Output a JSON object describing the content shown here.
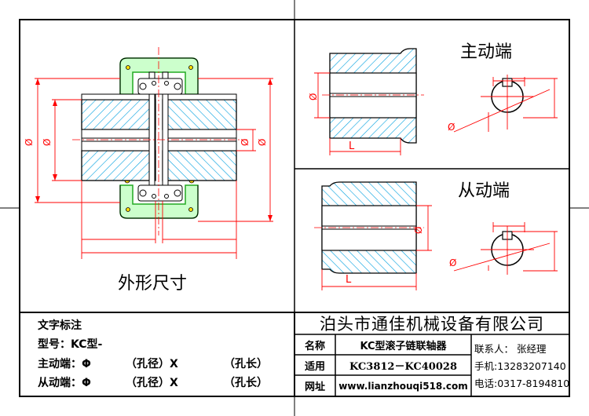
{
  "views": {
    "outline_caption": "外形尺寸",
    "drive_end_caption": "主动端",
    "driven_end_caption": "从动端",
    "diameter_symbol": "Ø",
    "length_symbol": "L"
  },
  "spec_notes": {
    "heading": "文字标注",
    "model": "型号：KC型-",
    "drive": {
      "label": "主动端：Φ",
      "bore": "（孔径）X",
      "length": "（孔长）"
    },
    "driven": {
      "label": "从动端：Φ",
      "bore": "（孔径）X",
      "length": "（孔长）"
    }
  },
  "title_block": {
    "company": "泊头市通佳机械设备有限公司",
    "rows": [
      {
        "label": "名称",
        "value": "KC型滚子链联轴器"
      },
      {
        "label": "适用",
        "value": "KC3812－KC40028"
      },
      {
        "label": "网址",
        "value": "www.lianzhouqi518.com"
      }
    ],
    "contacts": [
      "联系人：  张经理",
      "手机:13283207140",
      "电话:0317-8194810"
    ]
  },
  "colors": {
    "hatch": "#00a0e0",
    "dimension": "#ff0000",
    "cover": "#22aa22",
    "cover_fill": "#ccffcc",
    "outline": "#000000"
  }
}
